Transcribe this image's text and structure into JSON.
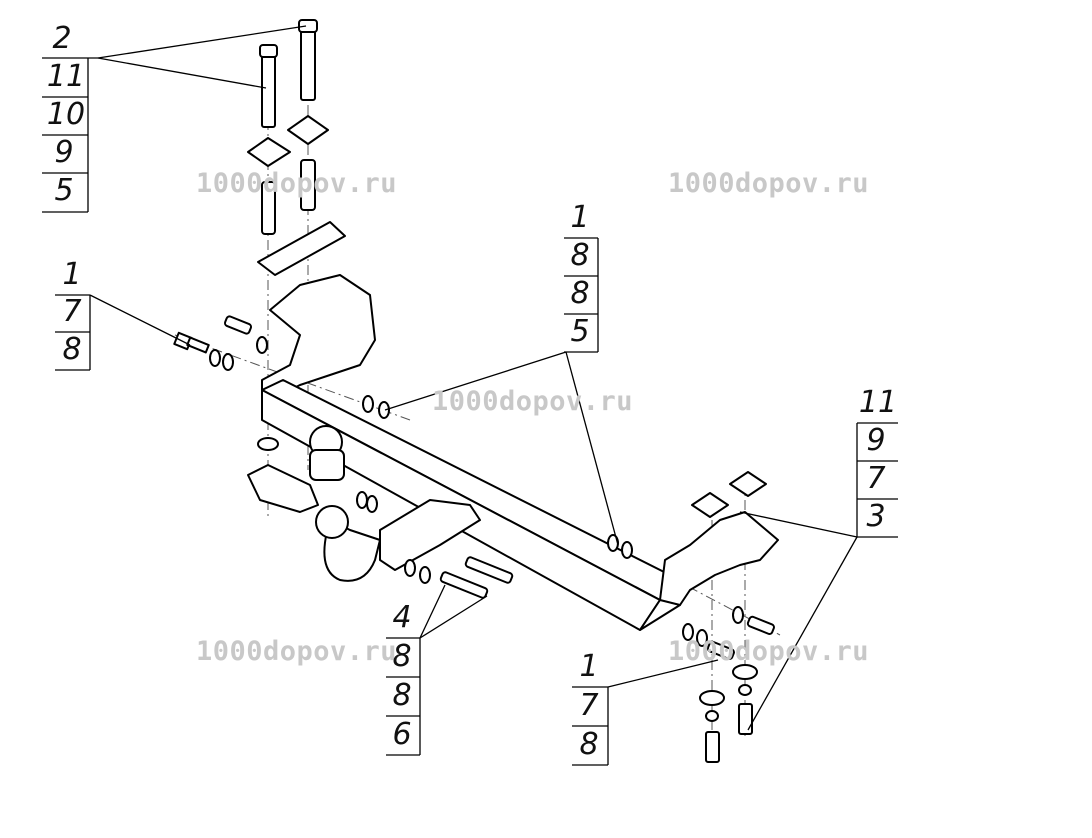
{
  "watermarks": [
    "1000dopov.ru",
    "1000dopov.ru",
    "1000dopov.ru",
    "1000dopov.ru",
    "1000dopov.ru"
  ],
  "callouts": [
    {
      "id": "top-left",
      "labels": [
        "2",
        "11",
        "10",
        "9",
        "5"
      ]
    },
    {
      "id": "left",
      "labels": [
        "1",
        "7",
        "8"
      ]
    },
    {
      "id": "center",
      "labels": [
        "1",
        "8",
        "8",
        "5"
      ]
    },
    {
      "id": "right",
      "labels": [
        "11",
        "9",
        "7",
        "3"
      ]
    },
    {
      "id": "bottom-center",
      "labels": [
        "4",
        "8",
        "8",
        "6"
      ]
    },
    {
      "id": "bottom-right",
      "labels": [
        "1",
        "7",
        "8"
      ]
    }
  ]
}
